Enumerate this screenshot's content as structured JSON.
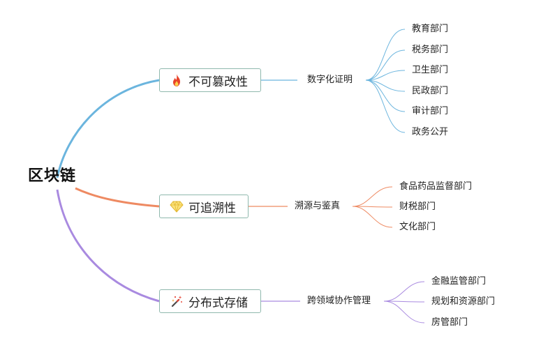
{
  "root": {
    "label": "区块链"
  },
  "colors": {
    "blue": "#6bb5de",
    "orange": "#ee8a62",
    "purple": "#a98ae0",
    "box_border": "#8fb8ad"
  },
  "branches": [
    {
      "label": "不可篡改性",
      "icon": "fire-icon",
      "sub": "数字化证明",
      "leaves": [
        "教育部门",
        "税务部门",
        "卫生部门",
        "民政部门",
        "审计部门",
        "政务公开"
      ]
    },
    {
      "label": "可追溯性",
      "icon": "diamond-icon",
      "sub": "溯源与鉴真",
      "leaves": [
        "食品药品监督部门",
        "财税部门",
        "文化部门"
      ]
    },
    {
      "label": "分布式存储",
      "icon": "magic-wand-icon",
      "sub": "跨领域协作管理",
      "leaves": [
        "金融监管部门",
        "规划和资源部门",
        "房管部门"
      ]
    }
  ]
}
